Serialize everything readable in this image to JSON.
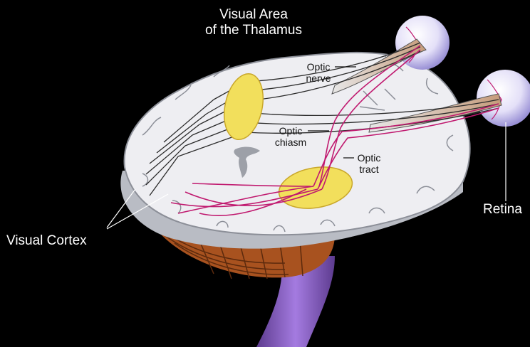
{
  "labels": {
    "thalamus_line1": "Visual Area",
    "thalamus_line2": "of the Thalamus",
    "optic_nerve_line1": "Optic",
    "optic_nerve_line2": "nerve",
    "optic_chiasm_line1": "Optic",
    "optic_chiasm_line2": "chiasm",
    "optic_tract_line1": "Optic",
    "optic_tract_line2": "tract",
    "retina": "Retina",
    "visual_cortex": "Visual Cortex"
  },
  "colors": {
    "background": "#000000",
    "brain": "#ededf0",
    "brain_shadow": "#b9bcc4",
    "thalamus": "#f2df5c",
    "pathway": "#c0196f",
    "nerve": "#2b2b2b",
    "cerebellum": "#b35a2a",
    "brainstem": "#8a5bbf",
    "eyeball": "#d8d4f2"
  }
}
